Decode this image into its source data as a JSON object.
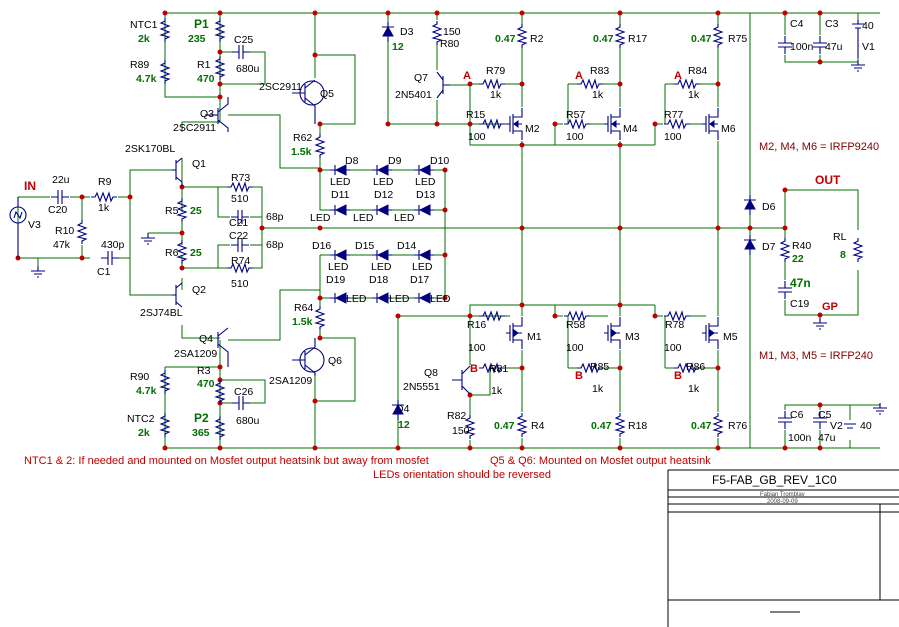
{
  "title_block": {
    "title": "F5-FAB_GB_REV_1C0",
    "author": "Fabian Tromblay",
    "date": "2008-09-09"
  },
  "ports": {
    "in": "IN",
    "out": "OUT",
    "gp": "GP"
  },
  "node_labels": {
    "a": "A",
    "b": "B"
  },
  "notes": {
    "ntc": "NTC1 & 2: If needed and mounted on Mosfet output heatsink but away from mosfet",
    "leds": "LEDs orientation should be reversed",
    "q5q6": "Q5 & Q6: Mounted on Mosfet output heatsink",
    "m_p": "M2, M4, M6 = IRFP9240",
    "m_n": "M1, M3, M5 = IRFP240"
  },
  "transistors": {
    "q1": {
      "ref": "Q1",
      "part": "2SK170BL"
    },
    "q2": {
      "ref": "Q2",
      "part": "2SJ74BL"
    },
    "q3": {
      "ref": "Q3",
      "part": "2SC2911"
    },
    "q4": {
      "ref": "Q4",
      "part": "2SA1209"
    },
    "q5": {
      "ref": "Q5",
      "part": "2SC2911"
    },
    "q6": {
      "ref": "Q6",
      "part": "2SA1209"
    },
    "q7": {
      "ref": "Q7",
      "part": "2N5401"
    },
    "q8": {
      "ref": "Q8",
      "part": "2N5551"
    }
  },
  "mosfets": {
    "m1": "M1",
    "m2": "M2",
    "m3": "M3",
    "m4": "M4",
    "m5": "M5",
    "m6": "M6"
  },
  "resistors": {
    "ntc1": {
      "ref": "NTC1",
      "val": "2k"
    },
    "p1": {
      "ref": "P1",
      "val": "235"
    },
    "r89": {
      "ref": "R89",
      "val": "4.7k"
    },
    "r1": {
      "ref": "R1",
      "val": "470"
    },
    "r9": {
      "ref": "R9",
      "val": "1k"
    },
    "r10": {
      "ref": "R10",
      "val": "47k"
    },
    "r5": {
      "ref": "R5",
      "val": "25"
    },
    "r6": {
      "ref": "R6",
      "val": "25"
    },
    "r73": {
      "ref": "R73",
      "val": "510"
    },
    "r74": {
      "ref": "R74",
      "val": "510"
    },
    "r62": {
      "ref": "R62",
      "val": "1.5k"
    },
    "r64": {
      "ref": "R64",
      "val": "1.5k"
    },
    "r90": {
      "ref": "R90",
      "val": "4.7k"
    },
    "r3": {
      "ref": "R3",
      "val": "470"
    },
    "ntc2": {
      "ref": "NTC2",
      "val": "2k"
    },
    "p2": {
      "ref": "P2",
      "val": "365"
    },
    "r80": {
      "ref": "R80",
      "val": "150"
    },
    "r82": {
      "ref": "R82",
      "val": "150"
    },
    "r79": {
      "ref": "R79",
      "val": "1k"
    },
    "r83": {
      "ref": "R83",
      "val": "1k"
    },
    "r84": {
      "ref": "R84",
      "val": "1k"
    },
    "r81": {
      "ref": "R81",
      "val": "1k"
    },
    "r85": {
      "ref": "R85",
      "val": "1k"
    },
    "r86": {
      "ref": "R86",
      "val": "1k"
    },
    "r15": {
      "ref": "R15",
      "val": "100"
    },
    "r57": {
      "ref": "R57",
      "val": "100"
    },
    "r77": {
      "ref": "R77",
      "val": "100"
    },
    "r16": {
      "ref": "R16",
      "val": "100"
    },
    "r58": {
      "ref": "R58",
      "val": "100"
    },
    "r78": {
      "ref": "R78",
      "val": "100"
    },
    "r2": {
      "ref": "R2",
      "val": "0.47"
    },
    "r17": {
      "ref": "R17",
      "val": "0.47"
    },
    "r75": {
      "ref": "R75",
      "val": "0.47"
    },
    "r4": {
      "ref": "R4",
      "val": "0.47"
    },
    "r18": {
      "ref": "R18",
      "val": "0.47"
    },
    "r76": {
      "ref": "R76",
      "val": "0.47"
    },
    "r40": {
      "ref": "R40",
      "val": "22"
    },
    "rl": {
      "ref": "RL",
      "val": "8"
    }
  },
  "capacitors": {
    "c20": {
      "ref": "C20",
      "val": "22u"
    },
    "c1": {
      "ref": "C1",
      "val": "430p"
    },
    "c21": {
      "ref": "C21",
      "val": "68p"
    },
    "c22": {
      "ref": "C22",
      "val": "68p"
    },
    "c25": {
      "ref": "C25",
      "val": "680u"
    },
    "c26": {
      "ref": "C26",
      "val": "680u"
    },
    "c19": {
      "ref": "C19",
      "val": "47n"
    },
    "c4": {
      "ref": "C4",
      "val": "100n"
    },
    "c3": {
      "ref": "C3",
      "val": "47u"
    },
    "c6": {
      "ref": "C6",
      "val": "100n"
    },
    "c5": {
      "ref": "C5",
      "val": "47u"
    }
  },
  "diodes": {
    "d3": {
      "ref": "D3",
      "val": "12"
    },
    "d4": {
      "ref": "D4",
      "val": "12"
    },
    "d6": "D6",
    "d7": "D7"
  },
  "leds": {
    "top_row1": [
      "D8",
      "D9",
      "D10"
    ],
    "top_row2": [
      "D11",
      "D12",
      "D13"
    ],
    "bot_row1": [
      "D16",
      "D15",
      "D14"
    ],
    "bot_row2": [
      "D19",
      "D18",
      "D17"
    ],
    "label": "LED"
  },
  "sources": {
    "v1": {
      "ref": "V1",
      "val": "40"
    },
    "v2": {
      "ref": "V2",
      "val": "40"
    },
    "v3": "V3"
  }
}
